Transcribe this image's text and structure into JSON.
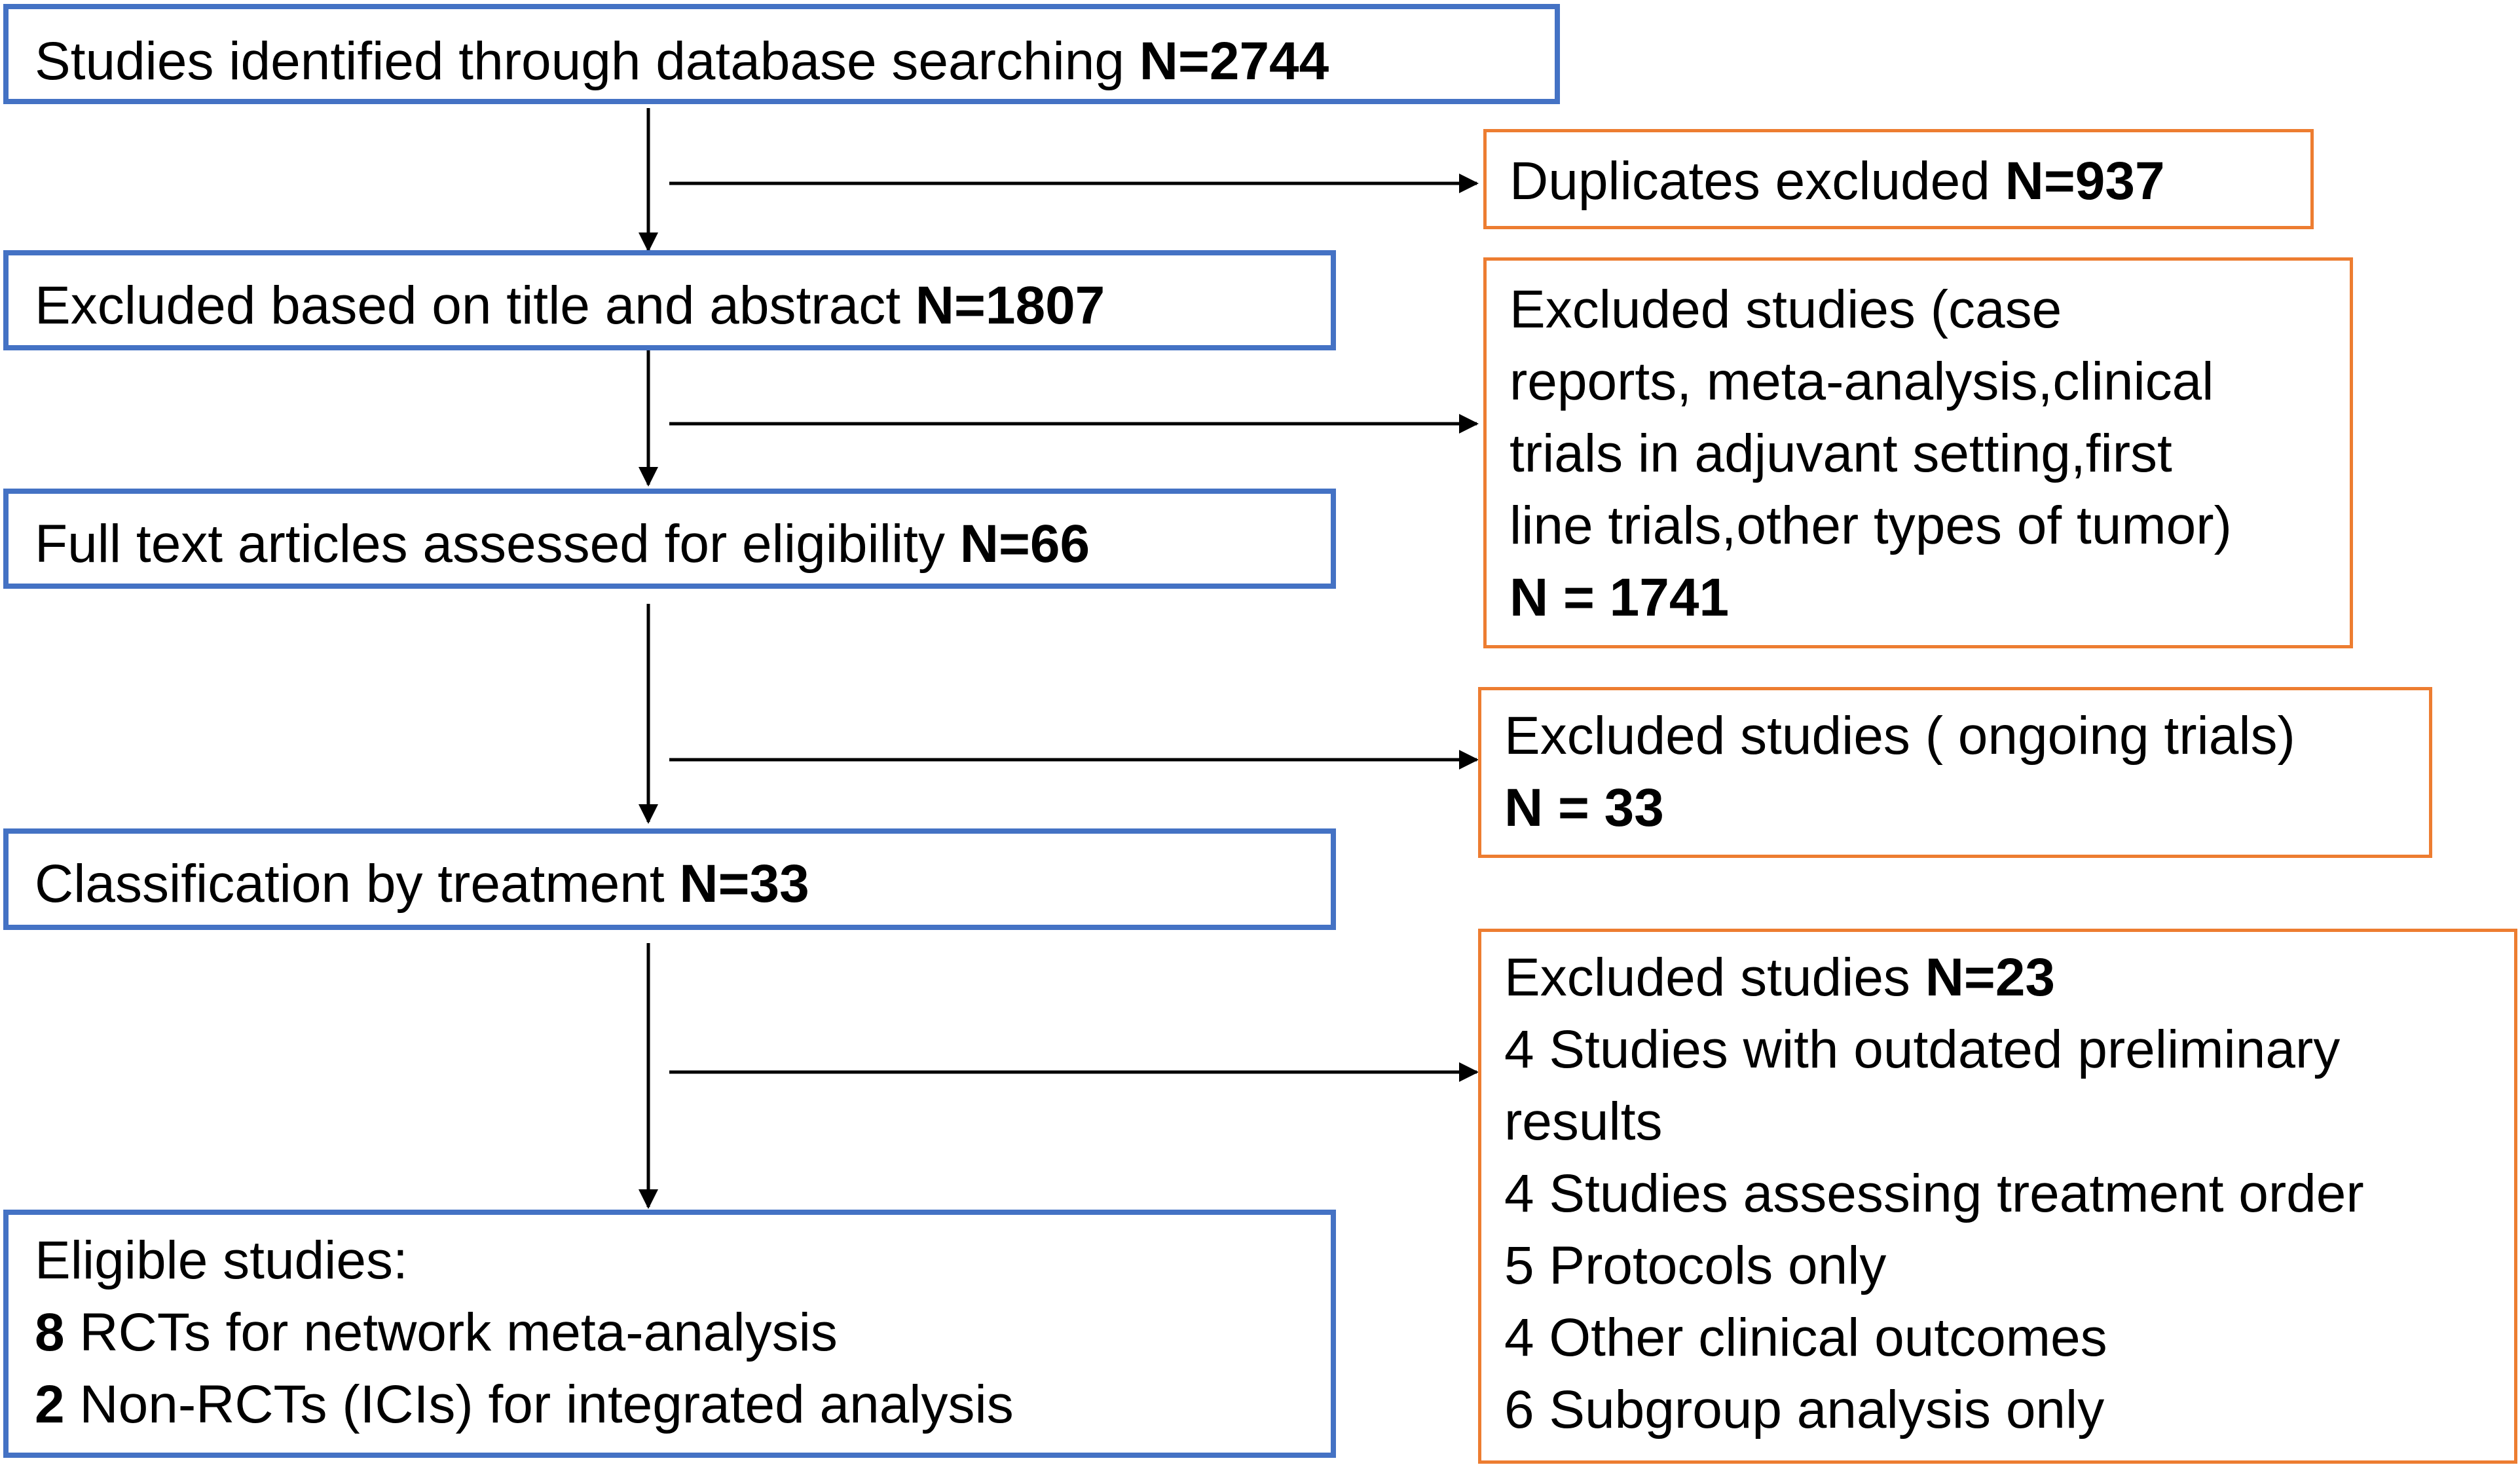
{
  "main_boxes": {
    "identified": {
      "text": "Studies identified through database searching ",
      "count": "N=2744"
    },
    "title_abstract": {
      "text": "Excluded based on title and abstract  ",
      "count": "N=1807"
    },
    "full_text": {
      "text": "Full text articles assessed for eligibility ",
      "count": "N=66"
    },
    "classification": {
      "text": "Classification by treatment ",
      "count": "N=33"
    },
    "eligible": {
      "heading": "Eligible studies:",
      "line1_num": "8",
      "line1_text": " RCTs for network meta-analysis",
      "line2_num": "2",
      "line2_text": " Non-RCTs (ICIs) for integrated analysis"
    }
  },
  "exclusion_boxes": {
    "duplicates": {
      "text": "Duplicates excluded ",
      "count": "N=937"
    },
    "excluded_1": {
      "lines": [
        "Excluded studies (case",
        "reports,  meta-analysis,clinical",
        "trials in adjuvant setting,first",
        "line trials,other types of tumor)"
      ],
      "count": "N = 1741"
    },
    "excluded_2": {
      "text": "Excluded studies ( ongoing trials)",
      "count": "N = 33"
    },
    "excluded_3": {
      "heading": "Excluded studies ",
      "count": "N=23",
      "items": [
        "4 Studies with outdated preliminary",
        "results",
        "4  Studies assessing treatment order",
        "5  Protocols only",
        "4  Other clinical outcomes",
        "6  Subgroup analysis only"
      ]
    }
  },
  "colors": {
    "main_border": "#4472C4",
    "exclusion_border": "#ED7D31",
    "arrow": "#000000"
  }
}
